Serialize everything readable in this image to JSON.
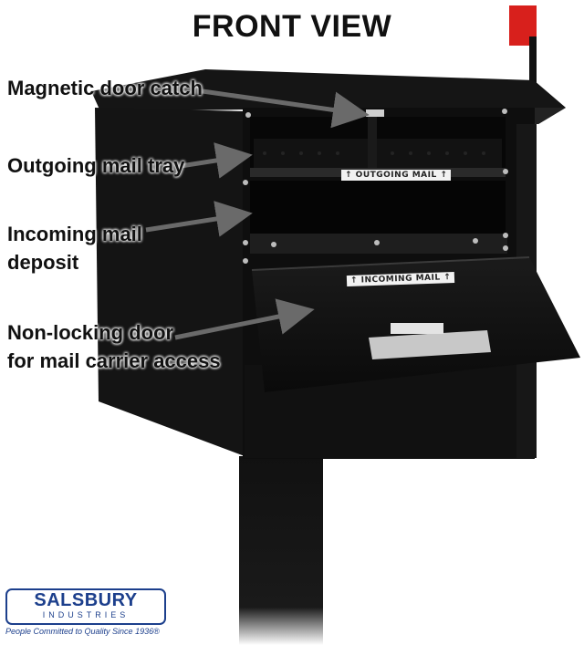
{
  "title": "FRONT VIEW",
  "callouts": [
    {
      "text": "Magnetic door catch"
    },
    {
      "text": "Outgoing mail tray"
    },
    {
      "text": "Incoming mail",
      "text2": "deposit"
    },
    {
      "text": "Non-locking door",
      "text2": "for mail carrier access"
    }
  ],
  "labels": {
    "outgoing": "↑ OUTGOING MAIL ↑",
    "incoming": "↑ INCOMING MAIL ↑"
  },
  "brand": {
    "name": "SALSBURY",
    "sub": "INDUSTRIES",
    "tagline": "People Committed to Quality Since 1936®"
  },
  "colors": {
    "flag": "#d8201c",
    "body": "#0d0d0d",
    "brand": "#1c3f8c"
  }
}
